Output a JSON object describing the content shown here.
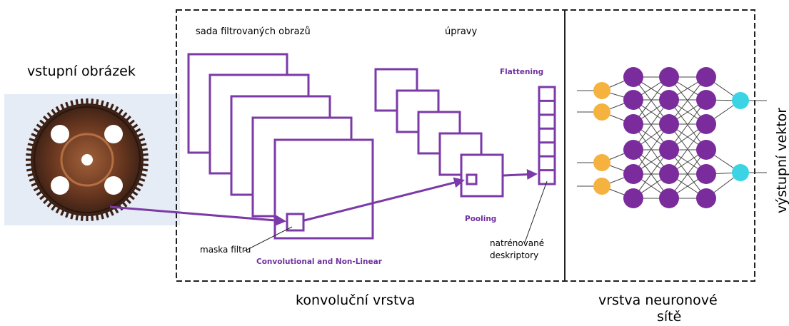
{
  "input": {
    "title": "vstupní obrázek",
    "image_icon": "gear-icon"
  },
  "conv": {
    "filtered_images_label": "sada filtrovaných obrazů",
    "adjustments_label": "úpravy",
    "flattening_label": "Flattening",
    "pooling_label": "Pooling",
    "filter_mask_label": "maska filtru",
    "conv_nonlinear_label": "Convolutional and Non-Linear",
    "trained_descriptors_line1": "natrénované",
    "trained_descriptors_line2": "deskriptory",
    "section_label": "konvoluční vrstva"
  },
  "nn": {
    "section_label_line1": "vrstva neuronové",
    "section_label_line2": "sítě",
    "output_label": "výstupní vektor",
    "layers": [
      {
        "role": "input",
        "count": 4
      },
      {
        "role": "hidden",
        "count": 6
      },
      {
        "role": "hidden",
        "count": 6
      },
      {
        "role": "hidden",
        "count": 6
      },
      {
        "role": "output",
        "count": 2
      }
    ]
  },
  "colors": {
    "accent_purple": "#7030a0",
    "box_purple": "#7b3aa8",
    "input_node": "#f5b23f",
    "hidden_node": "#7b2c9c",
    "output_node": "#3ad4e4",
    "image_bg": "#e6ecf6",
    "gear_dark": "#3a2015",
    "gear_mid": "#8c4a2a",
    "dashed_border": "#222222"
  }
}
